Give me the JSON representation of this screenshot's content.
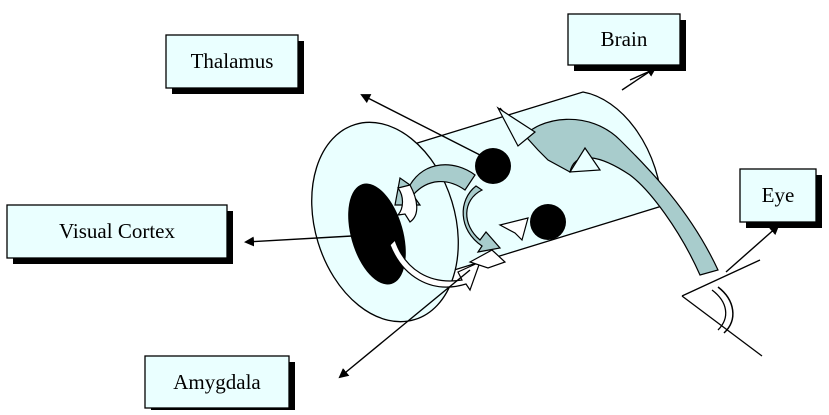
{
  "labels": {
    "thalamus": "Thalamus",
    "brain": "Brain",
    "visual_cortex": "Visual Cortex",
    "eye": "Eye",
    "amygdala": "Amygdala"
  },
  "colors": {
    "box_fill": "#eaffff",
    "cylinder_fill": "#eaffff",
    "ribbon_fill": "#a8cccc",
    "outline": "#000000",
    "dot_fill": "#000000",
    "white": "#ffffff"
  }
}
